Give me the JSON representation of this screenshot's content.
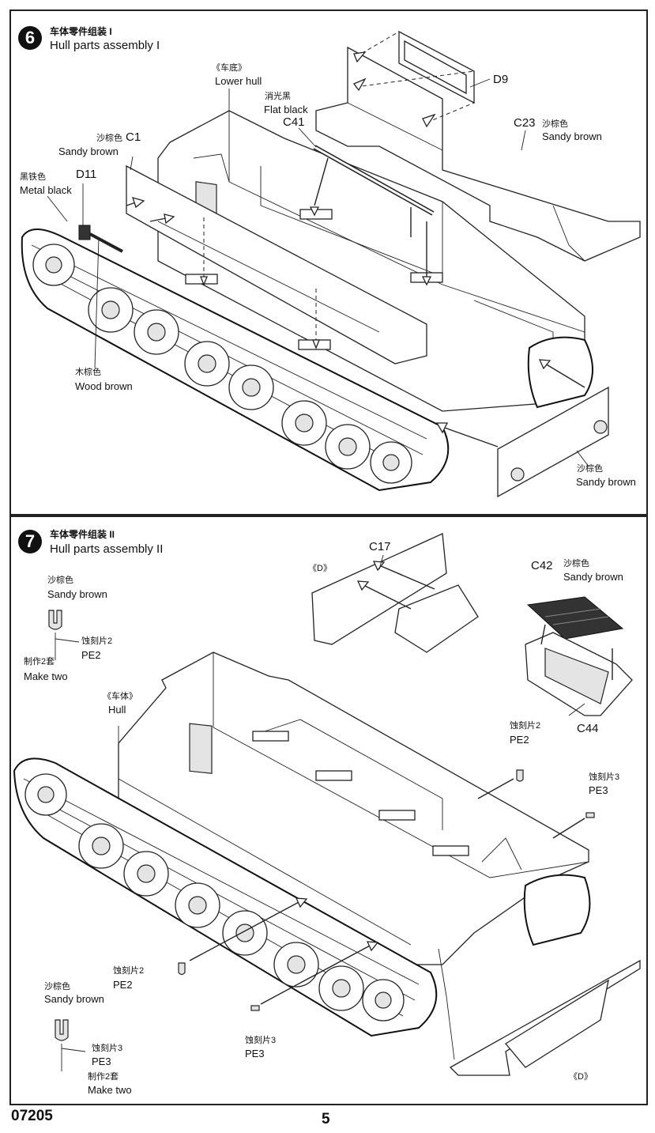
{
  "step6": {
    "number": "6",
    "title_zh": "车体零件组装 I",
    "title_en": "Hull parts assembly I",
    "labels": {
      "lower_hull_zh": "《车底》",
      "lower_hull_en": "Lower hull",
      "flat_black_zh": "消光黑",
      "flat_black_en": "Flat black",
      "c41": "C41",
      "d9": "D9",
      "c23": "C23",
      "c23_color_zh": "沙棕色",
      "c23_color_en": "Sandy brown",
      "c1_color_zh": "沙棕色",
      "c1": "C1",
      "c1_color_en": "Sandy brown",
      "metal_black_zh": "黑铁色",
      "metal_black_en": "Metal black",
      "d11": "D11",
      "wood_brown_zh": "木棕色",
      "wood_brown_en": "Wood brown",
      "rear_color_zh": "沙棕色",
      "rear_color_en": "Sandy brown"
    }
  },
  "step7": {
    "number": "7",
    "title_zh": "车体零件组装 II",
    "title_en": "Hull parts assembly II",
    "labels": {
      "pe_color_zh": "沙棕色",
      "pe_color_en": "Sandy brown",
      "pe2_zh": "蚀刻片2",
      "pe2": "PE2",
      "make_two_zh": "制作2套",
      "make_two_en": "Make two",
      "d_ref": "《D》",
      "c17": "C17",
      "c42": "C42",
      "c42_color_zh": "沙棕色",
      "c42_color_en": "Sandy brown",
      "c44": "C44",
      "hull_zh": "《车体》",
      "hull_en": "Hull",
      "pe2_right_zh": "蚀刻片2",
      "pe2_right": "PE2",
      "pe3_right_zh": "蚀刻片3",
      "pe3_right": "PE3",
      "pe2_bottom_zh": "蚀刻片2",
      "pe2_bottom": "PE2",
      "pe3_bottom_zh": "蚀刻片3",
      "pe3_bottom": "PE3",
      "pe3_color_zh": "沙棕色",
      "pe3_color_en": "Sandy brown",
      "pe3_detail_zh": "蚀刻片3",
      "pe3_detail": "PE3",
      "make_two2_zh": "制作2套",
      "make_two2_en": "Make two",
      "d_ref_bottom": "《D》"
    }
  },
  "footer": {
    "code": "07205",
    "page": "5"
  }
}
